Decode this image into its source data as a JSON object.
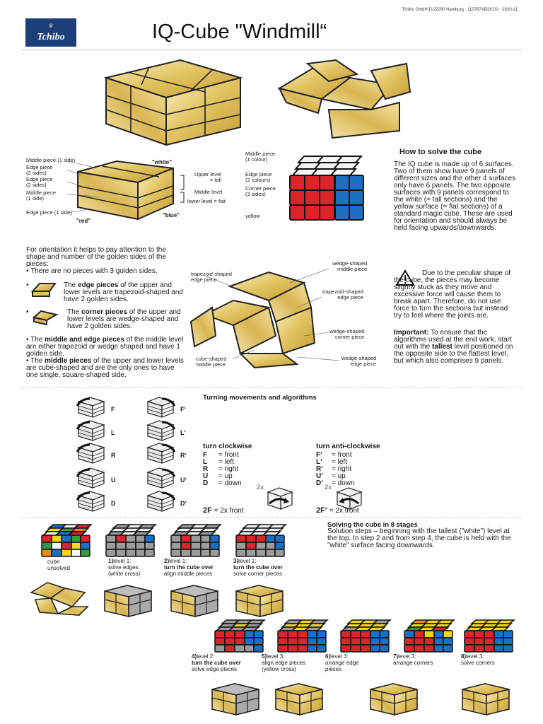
{
  "header": {
    "meta": "Tchibo GmbH D-22290 Hamburg · 110767AB3X2XI · 2020-11",
    "logo_text": "Tchibo",
    "title": "IQ-Cube \"Windmill“"
  },
  "labels": {
    "middle_1": "Middle piece (1 side)",
    "edge_2a": "Edge piece\n(2 sides)",
    "edge_2b": "Edge piece\n(2 sides)",
    "middle_1b": "Middle piece\n(1 side)",
    "edge_1": "Edge piece (1 side)",
    "white": "\"white\"",
    "red": "\"red\"",
    "blue": "\"blue\"",
    "upper_level": "Upper level\n= tall",
    "middle_level": "Middle level",
    "lower_level": "lower level = flat",
    "r_middle": "Middle piece\n(1 colour)",
    "r_edge": "Edge piece\n(2 colours)",
    "r_corner": "Corner piece\n(3 sides)",
    "r_yellow": "yellow",
    "trap_edge": "trapezoid-shaped\nedge piece",
    "wedge_middle": "wedge-shaped\nmiddle piece",
    "trap_edge2": "trapezoid-shaped\nedge piece",
    "wedge_corner": "wedge-shaped\ncorner piece",
    "cube_middle": "cube-shaped\nmiddle piece",
    "wedge_edge": "wedge-shaped\nedge piece"
  },
  "howto": {
    "title": "How to solve the cube",
    "body": "The IQ cube is made up of 6 surfaces. Two of them show have 9 panels of different sizes and the other 4 surfaces only have 6 panels. The two opposite surfaces with 9 panels correspond to the white (= tall sections) and the yellow surface (= flat sections) of a standard magic cube. These are used for orientation and should always be held facing upwards/downwards.",
    "warning": "Due to the peculiar shape of the cube, the pieces may become slightly stuck as they move and excessive force will cause them to break apart. Therefore, do not use force to turn the sections but instead try to feel where the joints are.",
    "important_label": "Important:",
    "important": "To ensure that the algorithms used at the end work, start out with the",
    "tallest": "tallest",
    "important_rest": "level positioned on the opposite side to the flattest level, but which also comprises 9 panels."
  },
  "orientation": {
    "intro": "For orientation it helps to pay attention to the shape and number of the golden sides of the pieces:",
    "b1": "• There are no pieces with 3 golden sides.",
    "b2_pre": "The",
    "b2_bold": "edge pieces",
    "b2_rest": "of the upper and lower levels are trapezoid-shaped and have 2 golden sides.",
    "b3_pre": "The",
    "b3_bold": "corner pieces",
    "b3_rest": "of the upper and lower levels are wedge-shaped and have 2 golden sides.",
    "b4_pre": "• The",
    "b4_bold": "middle and edge pieces",
    "b4_rest": "of the middle level are either trapezoid or wedge shaped and have 1 golden side.",
    "b5_pre": "• The",
    "b5_bold": "middle pieces",
    "b5_rest": "of the upper and lower levels are cube-shaped and are the only ones to have one single, square-shaped side."
  },
  "moves": {
    "title": "Turning movements and algorithms",
    "labels": [
      "F",
      "F‘",
      "L",
      "L‘",
      "R",
      "R‘",
      "U",
      "U‘",
      "D",
      "D‘"
    ],
    "cw_title": "turn clockwise",
    "acw_title": "turn anti-clockwise",
    "cw": [
      [
        "F",
        "= front"
      ],
      [
        "L",
        "= left"
      ],
      [
        "R",
        "= right"
      ],
      [
        "U",
        "= up"
      ],
      [
        "D",
        "= down"
      ]
    ],
    "acw": [
      [
        "F‘",
        "= front"
      ],
      [
        "L‘",
        "= left"
      ],
      [
        "R‘",
        "= right"
      ],
      [
        "U‘",
        "= up"
      ],
      [
        "D‘",
        "= down"
      ]
    ],
    "x2": "2x",
    "twoF": "2F",
    "twoF_desc": "= 2x front",
    "twoFp": "2F‘",
    "twoFp_desc": "= 2x front"
  },
  "solve": {
    "title": "Solving the cube in 8 stages",
    "desc": "Solution steps – beginning with the tallest (\"white\") level at the top. In step 2 and from step 4, the cube is held with the \"white\" surface facing downwards.",
    "unsolved": "cube\nunsolved",
    "s1n": "1)",
    "s1a": "level 1:",
    "s1b": "solve edges\n(white cross)",
    "s2n": "2)",
    "s2a": "level 1:",
    "s2bold": "turn the cube over",
    "s2b": "align middle pieces",
    "s3n": "3)",
    "s3a": "level 1:",
    "s3bold": "turn the cube over",
    "s3b": "solve corner pieces",
    "s4n": "4)",
    "s4a": "level 2:",
    "s4bold": "turn the cube over",
    "s4b": "solve edge pieces",
    "s5n": "5)",
    "s5a": "level 3:",
    "s5b": "align edge pieces\n(yellow cross)",
    "s6n": "6)",
    "s6a": "level 3:",
    "s6b": "arrange edge\npieces",
    "s7n": "7)",
    "s7a": "level 3:",
    "s7b": "arrange corners",
    "s8n": "8)",
    "s8a": "level 3:",
    "s8b": "solve corners"
  },
  "colors": {
    "brand": "#1c3f7a",
    "gold": "#e6cf72",
    "red": "#d8262b",
    "blue": "#1d6fc4",
    "yellow": "#f1d619",
    "green": "#2f9f3d"
  }
}
